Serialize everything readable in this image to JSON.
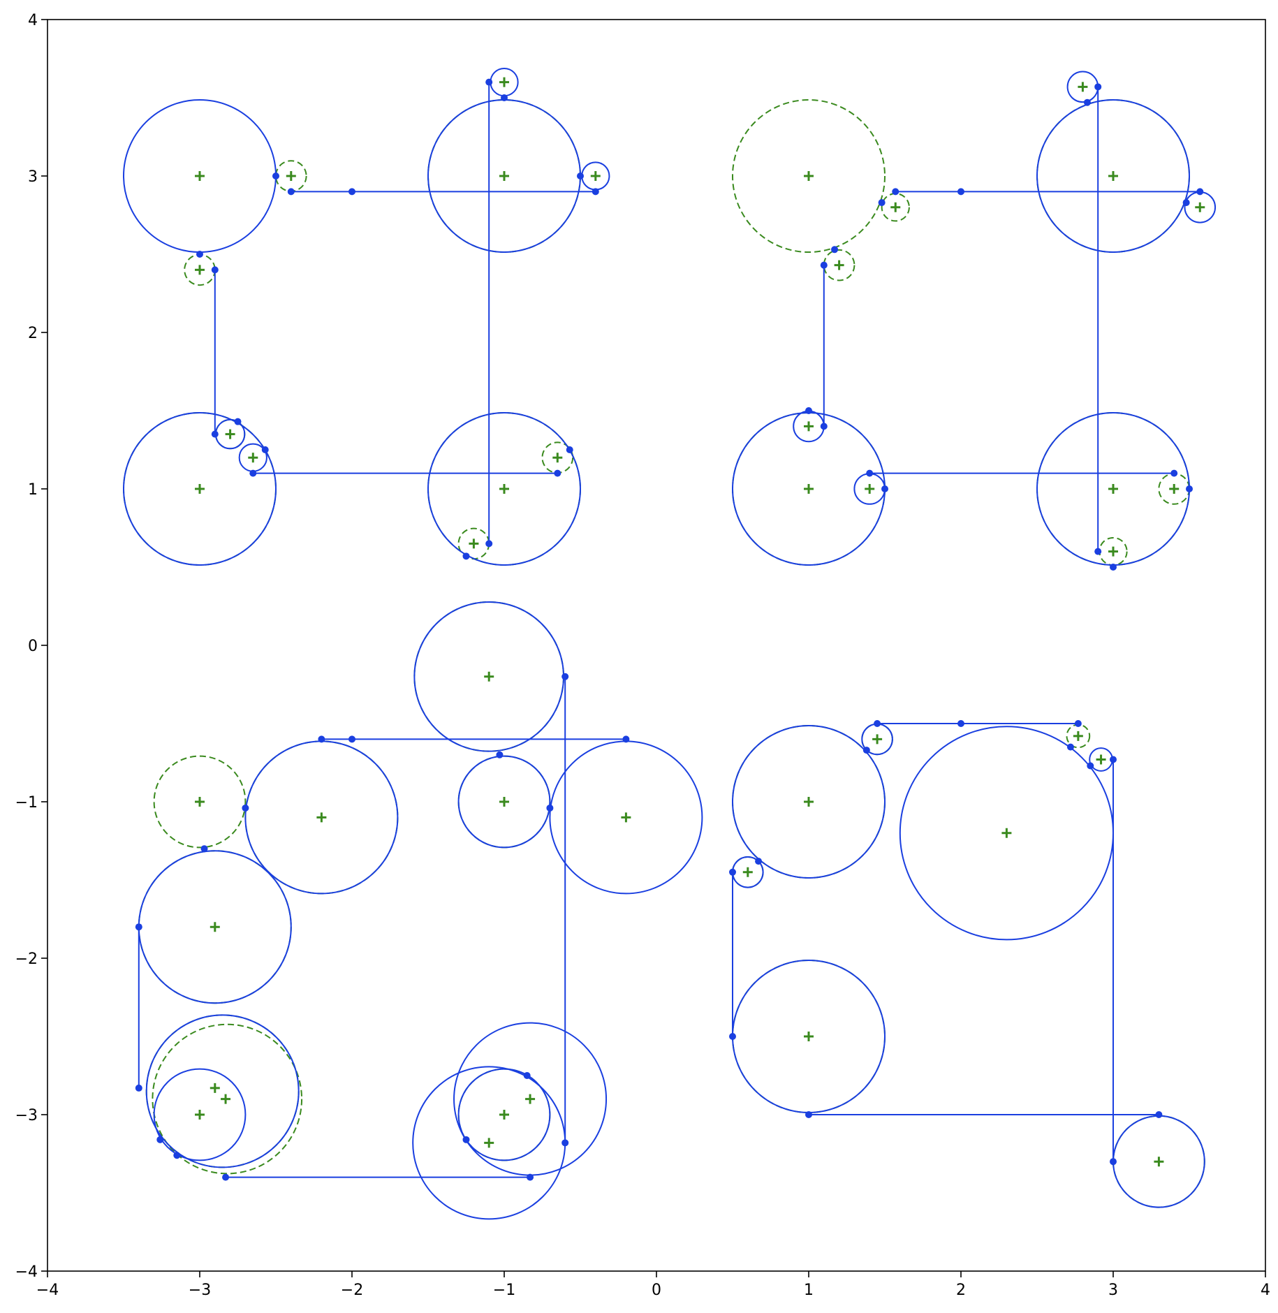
{
  "chart_data": {
    "type": "scatter",
    "title": "",
    "xlabel": "",
    "ylabel": "",
    "xlim": [
      -4,
      4
    ],
    "ylim": [
      -4,
      4
    ],
    "grid": false,
    "legend": "none",
    "x_ticks": [
      "−4",
      "−3",
      "−2",
      "−1",
      "0",
      "1",
      "2",
      "3",
      "4"
    ],
    "y_ticks": [
      "−4",
      "−3",
      "−2",
      "−1",
      "0",
      "1",
      "2",
      "3",
      "4"
    ],
    "colors": {
      "path": "#1a3fe0",
      "centers": "#3a8a1e",
      "axes": "#000000"
    },
    "circles_solid": [
      {
        "cx": -3,
        "cy": 3,
        "r": 0.5
      },
      {
        "cx": -1,
        "cy": 3,
        "r": 0.5
      },
      {
        "cx": -1,
        "cy": 3.6,
        "r": 0.09
      },
      {
        "cx": -0.4,
        "cy": 3,
        "r": 0.09
      },
      {
        "cx": -3,
        "cy": 1,
        "r": 0.5
      },
      {
        "cx": -2.8,
        "cy": 1.35,
        "r": 0.095
      },
      {
        "cx": -2.65,
        "cy": 1.2,
        "r": 0.09
      },
      {
        "cx": -1,
        "cy": 1,
        "r": 0.5
      },
      {
        "cx": 2.8,
        "cy": 3.57,
        "r": 0.1
      },
      {
        "cx": 3,
        "cy": 3,
        "r": 0.5
      },
      {
        "cx": 3.57,
        "cy": 2.8,
        "r": 0.1
      },
      {
        "cx": 1,
        "cy": 1,
        "r": 0.5
      },
      {
        "cx": 1,
        "cy": 1.4,
        "r": 0.1
      },
      {
        "cx": 1.4,
        "cy": 1,
        "r": 0.1
      },
      {
        "cx": 3,
        "cy": 1,
        "r": 0.5
      },
      {
        "cx": -1.1,
        "cy": -0.2,
        "r": 0.49
      },
      {
        "cx": -1,
        "cy": -1,
        "r": 0.3
      },
      {
        "cx": -2.2,
        "cy": -1.1,
        "r": 0.5
      },
      {
        "cx": -0.2,
        "cy": -1.1,
        "r": 0.5
      },
      {
        "cx": -2.9,
        "cy": -1.8,
        "r": 0.5
      },
      {
        "cx": -2.85,
        "cy": -2.85,
        "r": 0.5
      },
      {
        "cx": -3,
        "cy": -3,
        "r": 0.3
      },
      {
        "cx": -1.1,
        "cy": -3.18,
        "r": 0.5
      },
      {
        "cx": -0.83,
        "cy": -2.9,
        "r": 0.5
      },
      {
        "cx": -1,
        "cy": -3,
        "r": 0.3
      },
      {
        "cx": 1,
        "cy": -1,
        "r": 0.5
      },
      {
        "cx": 0.6,
        "cy": -1.45,
        "r": 0.1
      },
      {
        "cx": 1.45,
        "cy": -0.6,
        "r": 0.1
      },
      {
        "cx": 2.3,
        "cy": -1.2,
        "r": 0.7
      },
      {
        "cx": 2.92,
        "cy": -0.73,
        "r": 0.075
      },
      {
        "cx": 1,
        "cy": -2.5,
        "r": 0.5
      },
      {
        "cx": 3.3,
        "cy": -3.3,
        "r": 0.3
      }
    ],
    "circles_dashed": [
      {
        "cx": -2.4,
        "cy": 3,
        "r": 0.1
      },
      {
        "cx": -3,
        "cy": 2.4,
        "r": 0.1
      },
      {
        "cx": -1,
        "cy": 3,
        "r": 0.5
      },
      {
        "cx": -0.65,
        "cy": 1.2,
        "r": 0.1
      },
      {
        "cx": -1,
        "cy": 1,
        "r": 0.5
      },
      {
        "cx": -1.2,
        "cy": 0.65,
        "r": 0.1
      },
      {
        "cx": -2.8,
        "cy": 1.35,
        "r": 0.095
      },
      {
        "cx": -3,
        "cy": 1,
        "r": 0.5
      },
      {
        "cx": 1,
        "cy": 3,
        "r": 0.5
      },
      {
        "cx": 1.57,
        "cy": 2.8,
        "r": 0.09
      },
      {
        "cx": 1.2,
        "cy": 2.43,
        "r": 0.1
      },
      {
        "cx": 3,
        "cy": 3,
        "r": 0.5
      },
      {
        "cx": 1,
        "cy": 1,
        "r": 0.5
      },
      {
        "cx": 3,
        "cy": 1,
        "r": 0.5
      },
      {
        "cx": 3.4,
        "cy": 1,
        "r": 0.1
      },
      {
        "cx": 3,
        "cy": 0.6,
        "r": 0.09
      },
      {
        "cx": -3,
        "cy": -1,
        "r": 0.3
      },
      {
        "cx": -2.2,
        "cy": -1.1,
        "r": 0.5
      },
      {
        "cx": -1.1,
        "cy": -0.2,
        "r": 0.49
      },
      {
        "cx": -1,
        "cy": -1,
        "r": 0.3
      },
      {
        "cx": -2.9,
        "cy": -1.8,
        "r": 0.5
      },
      {
        "cx": -2.85,
        "cy": -2.85,
        "r": 0.5
      },
      {
        "cx": -2.82,
        "cy": -2.9,
        "r": 0.49
      },
      {
        "cx": -1,
        "cy": -3,
        "r": 0.3
      },
      {
        "cx": 1,
        "cy": -1,
        "r": 0.5
      },
      {
        "cx": 0.6,
        "cy": -1.45,
        "r": 0.1
      },
      {
        "cx": 1.45,
        "cy": -0.6,
        "r": 0.1
      },
      {
        "cx": 2.77,
        "cy": -0.58,
        "r": 0.075
      },
      {
        "cx": 1,
        "cy": -2.5,
        "r": 0.5
      },
      {
        "cx": 3.3,
        "cy": -3.3,
        "r": 0.3
      }
    ],
    "centers": [
      [
        -3,
        3
      ],
      [
        -2.4,
        3
      ],
      [
        -1,
        3
      ],
      [
        -0.4,
        3
      ],
      [
        -1,
        3.6
      ],
      [
        -3,
        2.4
      ],
      [
        -3,
        1
      ],
      [
        -2.8,
        1.35
      ],
      [
        -2.65,
        1.2
      ],
      [
        -1,
        1
      ],
      [
        -0.65,
        1.2
      ],
      [
        -1.2,
        0.65
      ],
      [
        1,
        3
      ],
      [
        1.57,
        2.8
      ],
      [
        1.2,
        2.43
      ],
      [
        2.8,
        3.57
      ],
      [
        3,
        3
      ],
      [
        3.57,
        2.8
      ],
      [
        1,
        1
      ],
      [
        1,
        1.4
      ],
      [
        1.4,
        1
      ],
      [
        3,
        1
      ],
      [
        3.4,
        1
      ],
      [
        3,
        0.6
      ],
      [
        -1.1,
        -0.2
      ],
      [
        -1,
        -1
      ],
      [
        -3,
        -1
      ],
      [
        -2.2,
        -1.1
      ],
      [
        -0.2,
        -1.1
      ],
      [
        -2.9,
        -1.8
      ],
      [
        -2.9,
        -2.83
      ],
      [
        -2.83,
        -2.9
      ],
      [
        -3,
        -3
      ],
      [
        -0.83,
        -2.9
      ],
      [
        -1,
        -3
      ],
      [
        -1.1,
        -3.18
      ],
      [
        1,
        -1
      ],
      [
        0.6,
        -1.45
      ],
      [
        1.45,
        -0.6
      ],
      [
        2.3,
        -1.2
      ],
      [
        2.77,
        -0.58
      ],
      [
        2.92,
        -0.73
      ],
      [
        1,
        -2.5
      ],
      [
        3.3,
        -3.3
      ]
    ],
    "path_points": [
      [
        -2.5,
        3
      ],
      [
        -2.4,
        2.9
      ],
      [
        -2,
        2.9
      ],
      [
        -0.5,
        3
      ],
      [
        -0.4,
        2.9
      ],
      [
        -1.1,
        3.6
      ],
      [
        -1,
        3.5
      ],
      [
        -3,
        2.5
      ],
      [
        -2.9,
        2.4
      ],
      [
        -2.9,
        1.35
      ],
      [
        -2.75,
        1.43
      ],
      [
        -2.57,
        1.25
      ],
      [
        -2.65,
        1.1
      ],
      [
        -0.57,
        1.25
      ],
      [
        -0.65,
        1.1
      ],
      [
        -1.1,
        0.65
      ],
      [
        -1.25,
        0.57
      ],
      [
        1.17,
        2.53
      ],
      [
        1.1,
        2.43
      ],
      [
        1.48,
        2.83
      ],
      [
        1.57,
        2.9
      ],
      [
        2,
        2.9
      ],
      [
        2.83,
        3.47
      ],
      [
        2.9,
        3.57
      ],
      [
        3.48,
        2.83
      ],
      [
        3.57,
        2.9
      ],
      [
        1,
        1.5
      ],
      [
        1.1,
        1.4
      ],
      [
        1.4,
        1.1
      ],
      [
        1.5,
        1
      ],
      [
        3.4,
        1.1
      ],
      [
        3.5,
        1
      ],
      [
        2.9,
        0.6
      ],
      [
        3,
        0.5
      ],
      [
        -0.6,
        -0.2
      ],
      [
        -2.2,
        -0.6
      ],
      [
        -2,
        -0.6
      ],
      [
        -0.2,
        -0.6
      ],
      [
        -1.03,
        -0.7
      ],
      [
        -0.7,
        -1.04
      ],
      [
        -2.7,
        -1.04
      ],
      [
        -2.97,
        -1.3
      ],
      [
        -3.4,
        -1.8
      ],
      [
        -3.4,
        -2.83
      ],
      [
        -3.26,
        -3.16
      ],
      [
        -3.15,
        -3.26
      ],
      [
        -2.83,
        -3.4
      ],
      [
        -0.83,
        -3.4
      ],
      [
        -1.25,
        -3.16
      ],
      [
        -0.85,
        -2.75
      ],
      [
        -0.6,
        -3.18
      ],
      [
        0.5,
        -1.45
      ],
      [
        0.67,
        -1.38
      ],
      [
        0.5,
        -2.5
      ],
      [
        1,
        -3
      ],
      [
        1.45,
        -0.5
      ],
      [
        1.38,
        -0.67
      ],
      [
        2,
        -0.5
      ],
      [
        2.77,
        -0.5
      ],
      [
        2.72,
        -0.65
      ],
      [
        2.85,
        -0.77
      ],
      [
        3,
        -0.73
      ],
      [
        3,
        -3.3
      ],
      [
        3.3,
        -3
      ]
    ],
    "path_lines": [
      [
        [
          -2.4,
          2.9
        ],
        [
          -0.4,
          2.9
        ]
      ],
      [
        [
          -1.1,
          3.6
        ],
        [
          -1.1,
          0.65
        ]
      ],
      [
        [
          -2.9,
          2.4
        ],
        [
          -2.9,
          1.35
        ]
      ],
      [
        [
          -2.65,
          1.1
        ],
        [
          -0.65,
          1.1
        ]
      ],
      [
        [
          1.1,
          2.43
        ],
        [
          1.1,
          1.4
        ]
      ],
      [
        [
          1.57,
          2.9
        ],
        [
          3.57,
          2.9
        ]
      ],
      [
        [
          2.9,
          3.57
        ],
        [
          2.9,
          0.6
        ]
      ],
      [
        [
          1.4,
          1.1
        ],
        [
          3.4,
          1.1
        ]
      ],
      [
        [
          -2.2,
          -0.6
        ],
        [
          -0.2,
          -0.6
        ]
      ],
      [
        [
          -0.6,
          -0.2
        ],
        [
          -0.6,
          -3.18
        ]
      ],
      [
        [
          -3.4,
          -1.8
        ],
        [
          -3.4,
          -2.83
        ]
      ],
      [
        [
          -2.83,
          -3.4
        ],
        [
          -0.83,
          -3.4
        ]
      ],
      [
        [
          1.45,
          -0.5
        ],
        [
          2.77,
          -0.5
        ]
      ],
      [
        [
          3,
          -0.73
        ],
        [
          3,
          -3.3
        ]
      ],
      [
        [
          0.5,
          -1.45
        ],
        [
          0.5,
          -2.5
        ]
      ],
      [
        [
          1,
          -3
        ],
        [
          3.3,
          -3
        ]
      ]
    ]
  }
}
